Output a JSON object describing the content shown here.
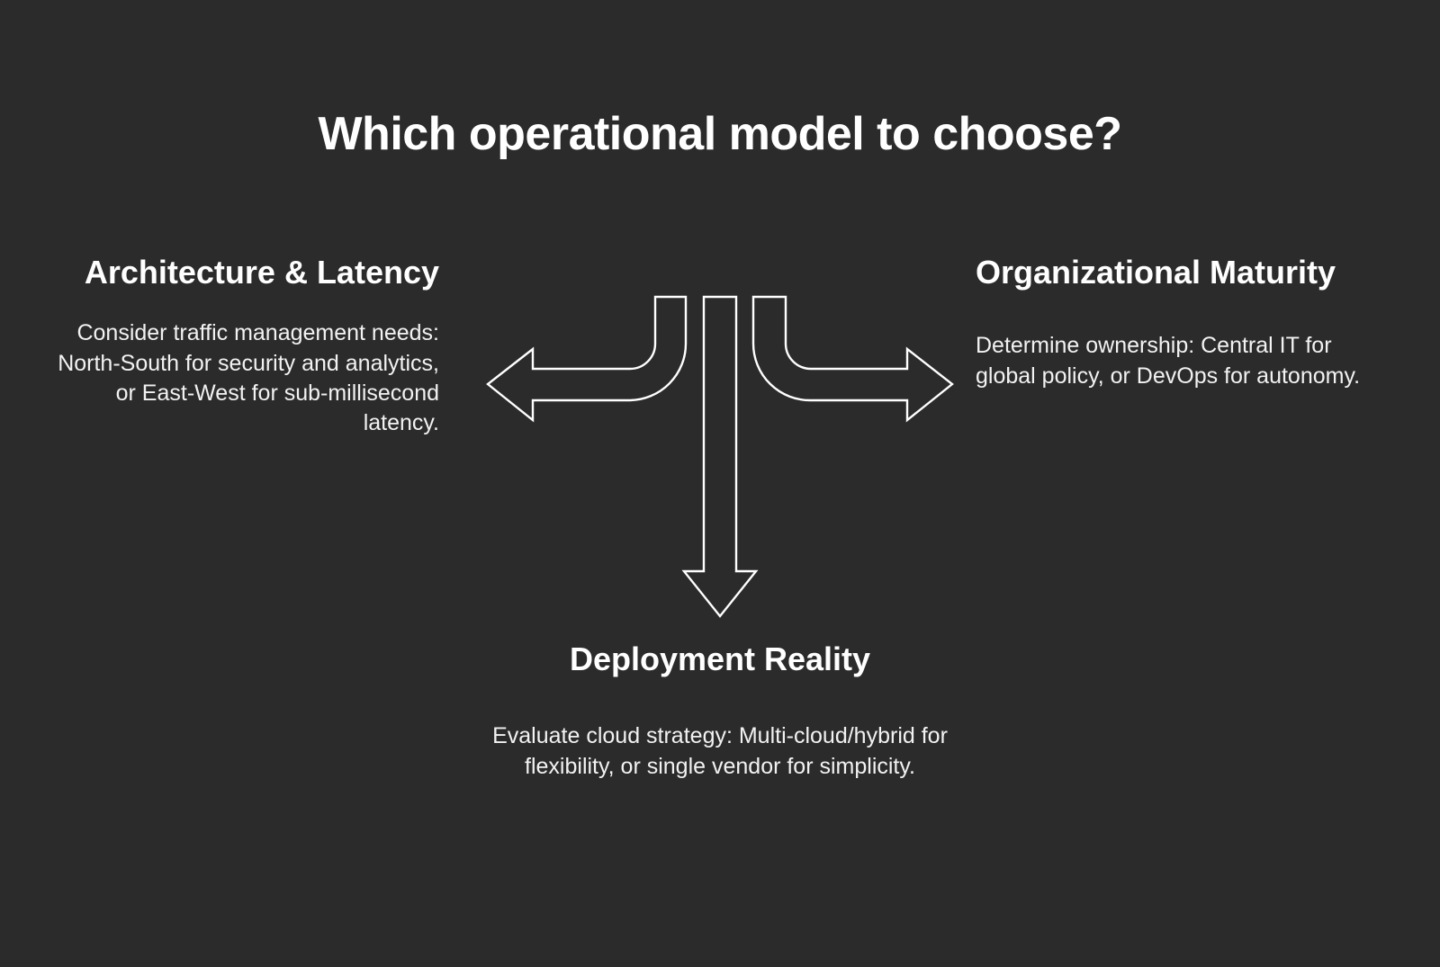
{
  "slide": {
    "title": "Which operational model to choose?",
    "background_color": "#2b2b2b",
    "text_color": "#ffffff",
    "accent_color": "#ffffff"
  },
  "branches": {
    "left": {
      "direction": "left",
      "heading": "Architecture & Latency",
      "body": "Consider traffic management needs: North-South for security and analytics, or East-West for sub-millisecond latency."
    },
    "right": {
      "direction": "right",
      "heading": "Organizational Maturity",
      "body": "Determine ownership: Central IT for global policy, or DevOps for autonomy."
    },
    "bottom": {
      "direction": "down",
      "heading": "Deployment Reality",
      "body": "Evaluate cloud strategy: Multi-cloud/hybrid for flexibility, or single vendor for simplicity."
    }
  },
  "diagram": {
    "type": "three-way-split-arrow",
    "arrows": [
      "left-curved-arrow",
      "down-straight-arrow",
      "right-curved-arrow"
    ]
  }
}
